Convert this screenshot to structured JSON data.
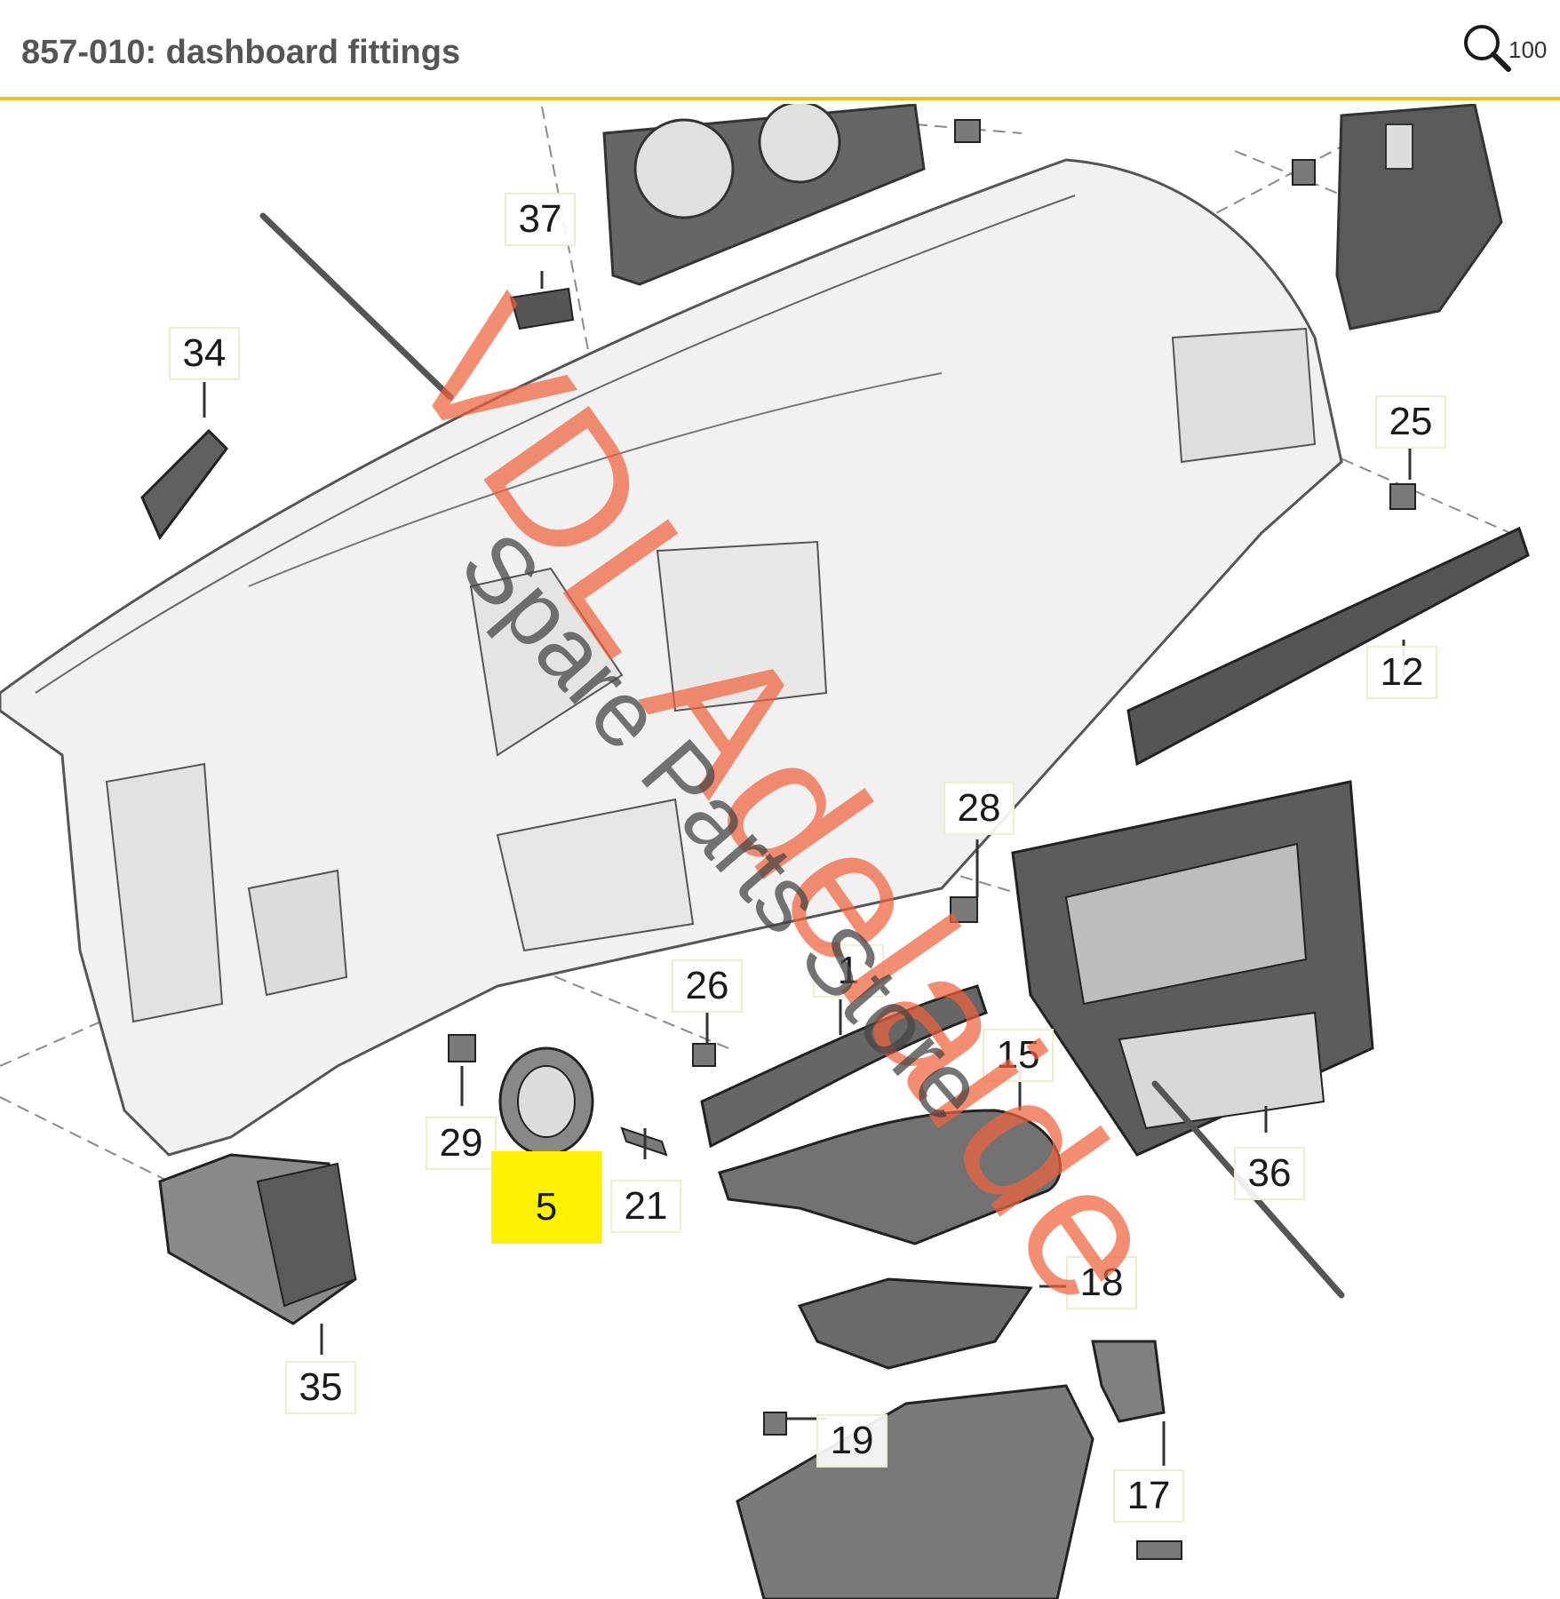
{
  "header": {
    "title": "857-010: dashboard fittings",
    "zoom_level": "100",
    "zoom_icon": "magnifier-icon",
    "accent_color": "#e6c21a"
  },
  "diagram": {
    "callouts": [
      "1",
      "5",
      "12",
      "15",
      "17",
      "18",
      "19",
      "21",
      "25",
      "26",
      "28",
      "29",
      "34",
      "35",
      "36",
      "37"
    ],
    "highlighted_callout": "5",
    "highlight_color": "#fff200"
  },
  "watermark": {
    "line1": "VDL Adelaide",
    "line2": "Spare Parts Store",
    "line1_color": "#f0623c"
  }
}
